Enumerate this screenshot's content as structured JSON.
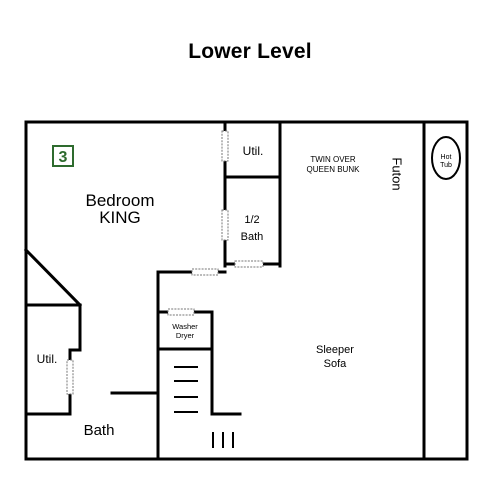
{
  "title": "Lower Level",
  "badge": {
    "text": "3",
    "color": "#2e6b2e"
  },
  "rooms": {
    "bedroom_line1": "Bedroom",
    "bedroom_line2": "KING",
    "util_top": "Util.",
    "half_bath_line1": "1/2",
    "half_bath_line2": "Bath",
    "bunk_line1": "TWIN OVER",
    "bunk_line2": "QUEEN BUNK",
    "futon": "Futon",
    "hot_tub_line1": "Hot",
    "hot_tub_line2": "Tub",
    "util_left": "Util.",
    "washer_line1": "Washer",
    "washer_line2": "Dryer",
    "sleeper_line1": "Sleeper",
    "sleeper_line2": "Sofa",
    "bath": "Bath"
  }
}
